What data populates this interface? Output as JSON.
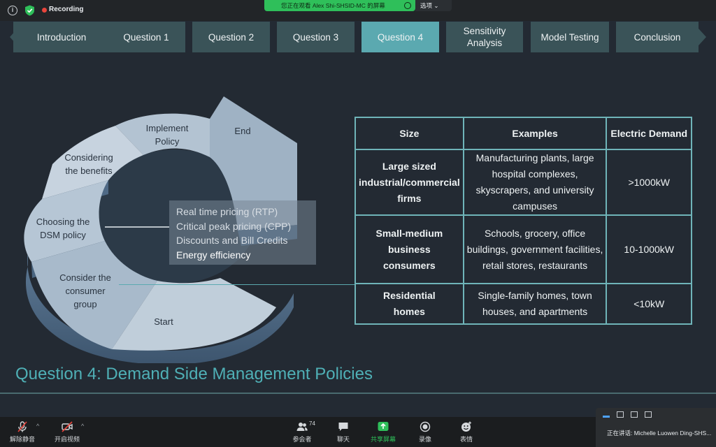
{
  "topbar": {
    "recording_label": "Recording",
    "share_banner_text": "您正在观看 Alex Shi-SHSID-MC 的屏幕",
    "options_label": "选项 ⌄"
  },
  "nav": {
    "tabs": [
      {
        "label": "Introduction"
      },
      {
        "label": "Question 1"
      },
      {
        "label": "Question 2"
      },
      {
        "label": "Question 3"
      },
      {
        "label": "Question 4"
      },
      {
        "label": "Sensitivity Analysis"
      },
      {
        "label": "Model Testing"
      },
      {
        "label": "Conclusion"
      }
    ],
    "active_tab": "Question 4"
  },
  "diagram": {
    "segments": [
      {
        "label": "Start"
      },
      {
        "label": "Consider the consumer group"
      },
      {
        "label": "Choosing the DSM policy"
      },
      {
        "label": "Considering the benefits"
      },
      {
        "label": "Implement Policy"
      },
      {
        "label": "End"
      }
    ],
    "policies": [
      "Real time pricing (RTP)",
      "Critical peak pricing (CPP)",
      "Discounts and Bill Credits",
      "Energy efficiency"
    ]
  },
  "table": {
    "headers": [
      "Size",
      "Examples",
      "Electric Demand"
    ],
    "rows": [
      {
        "size": "Large sized industrial/commercial firms",
        "examples": "Manufacturing plants, large hospital complexes, skyscrapers, and university campuses",
        "demand": ">1000kW"
      },
      {
        "size": "Small-medium business consumers",
        "examples": "Schools, grocery, office buildings, government facilities, retail stores, restaurants",
        "demand": "10-1000kW"
      },
      {
        "size": "Residential homes",
        "examples": "Single-family homes, town houses, and apartments",
        "demand": "<10kW"
      }
    ]
  },
  "slide_title": "Question 4: Demand Side Management Policies",
  "bottombar": {
    "items": [
      {
        "label": "解除静音",
        "icon": "microphone-muted-icon"
      },
      {
        "label": "开启视频",
        "icon": "video-off-icon"
      },
      {
        "label": "参会者",
        "icon": "participants-icon",
        "badge": "74"
      },
      {
        "label": "聊天",
        "icon": "chat-icon"
      },
      {
        "label": "共享屏幕",
        "icon": "share-screen-icon"
      },
      {
        "label": "录像",
        "icon": "record-icon"
      },
      {
        "label": "表情",
        "icon": "reaction-icon"
      }
    ],
    "speaking_text": "正在讲话: Michelle Luowen Ding-SHS..."
  },
  "colors": {
    "accent": "#5ba9b0",
    "tab_bg": "#3a5358",
    "share_banner": "#2fbf5a",
    "recording": "#e8453c"
  }
}
